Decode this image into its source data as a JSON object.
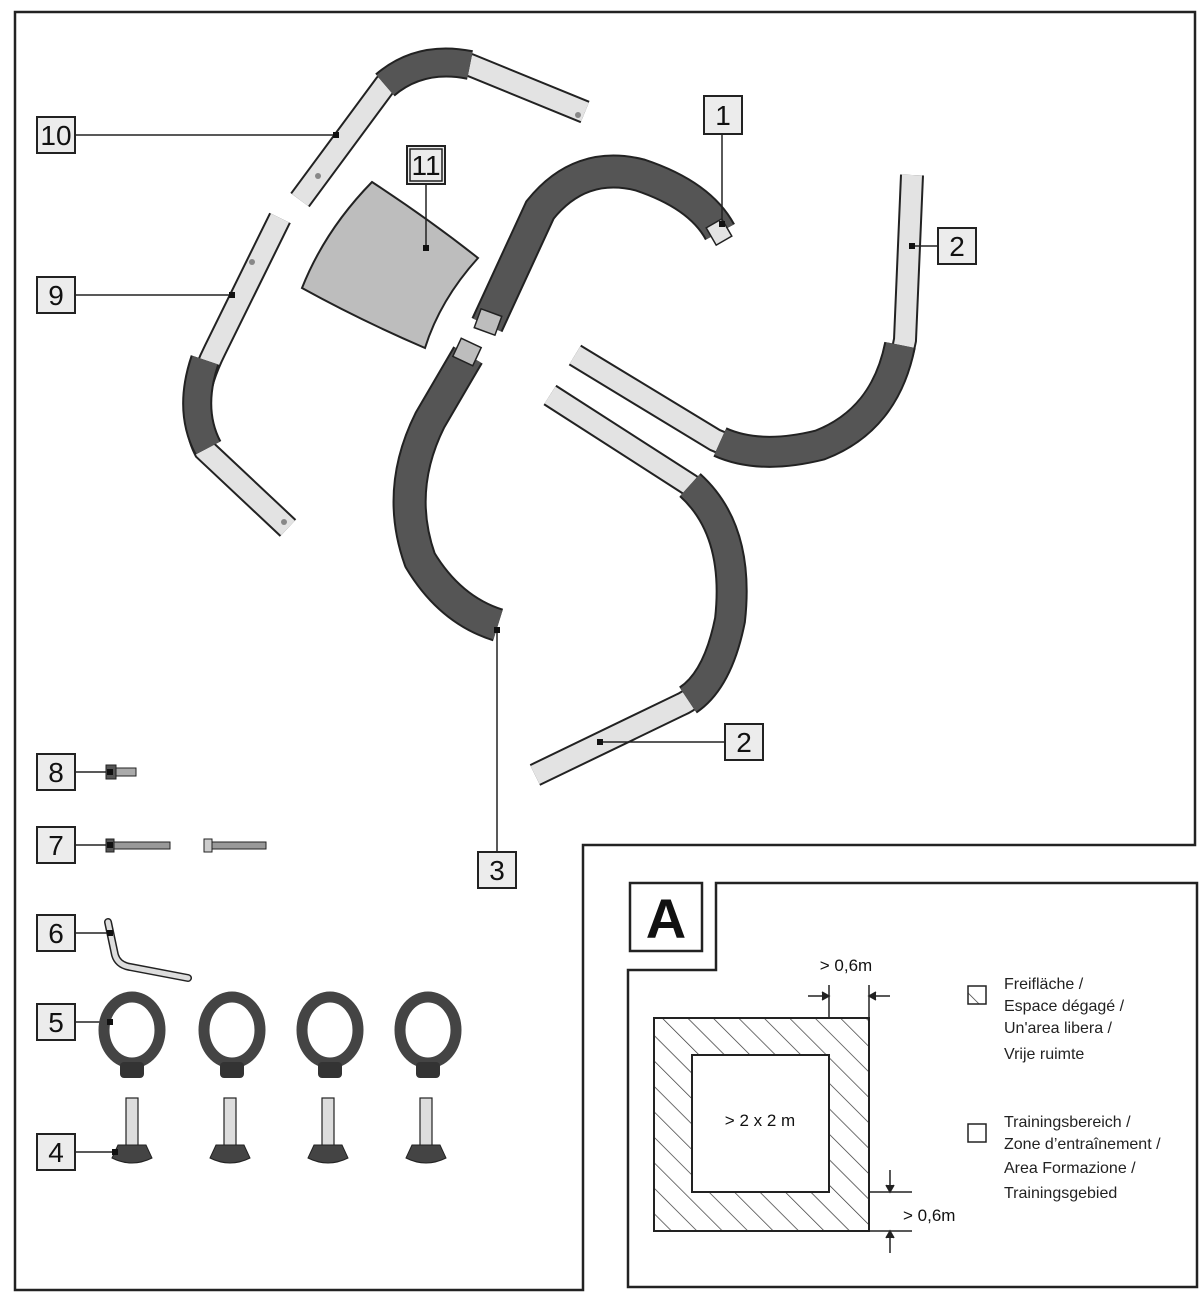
{
  "parts": {
    "p1": "1",
    "p2a": "2",
    "p2b": "2",
    "p3": "3",
    "p4": "4",
    "p5": "5",
    "p6": "6",
    "p7": "7",
    "p8": "8",
    "p9": "9",
    "p10": "10",
    "p11": "11"
  },
  "panel_a": {
    "letter": "A",
    "top_clearance": "> 0,6m",
    "side_clearance": "> 0,6m",
    "training_size": "> 2 x 2 m",
    "legend_free": [
      "Freifläche /",
      "Espace dégagé /",
      "Un'area libera /",
      "Vrije ruimte"
    ],
    "legend_training": [
      "Trainingsbereich /",
      "Zone d’entraînement /",
      "Area Formazione /",
      "Trainingsgebied"
    ]
  },
  "colors": {
    "foam": "#555555",
    "tube": "#e3e3e3",
    "seat": "#bdbdbd",
    "outline": "#222222",
    "label_box": "#ececec"
  }
}
